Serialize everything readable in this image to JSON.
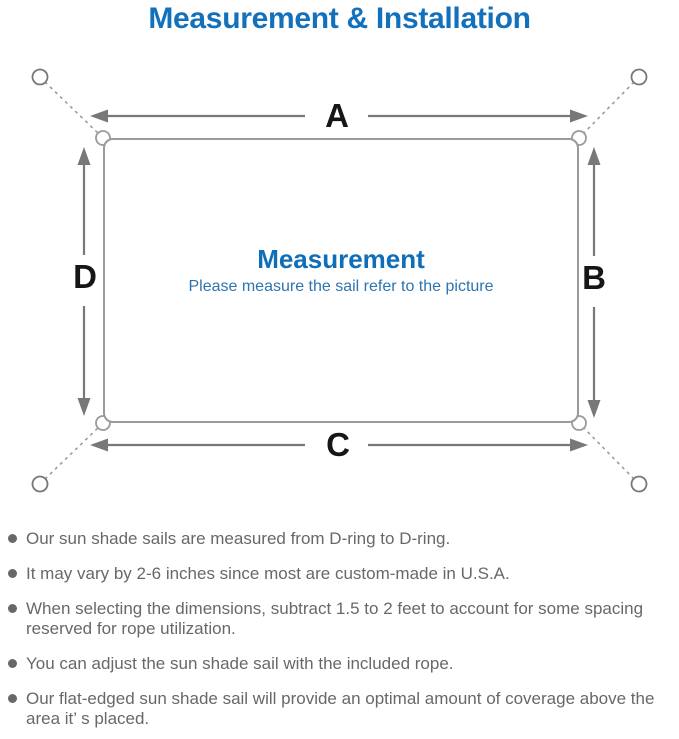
{
  "title": "Measurement & Installation",
  "diagram": {
    "labels": {
      "top": "A",
      "right": "B",
      "bottom": "C",
      "left": "D"
    },
    "heading": "Measurement",
    "subheading": "Please measure the sail refer to the picture"
  },
  "notes": {
    "items": [
      {
        "text": "Our sun shade sails are measured from D-ring to D-ring."
      },
      {
        "text": "It may vary by 2-6 inches since most are custom-made in U.S.A."
      },
      {
        "text": "When selecting the dimensions, subtract 1.5 to 2 feet to account for some spacing reserved for rope utilization."
      },
      {
        "text": "You can adjust the sun shade sail with the included rope."
      },
      {
        "text": "Our flat-edged sun shade sail will provide an optimal amount of coverage above the area it’ s placed."
      }
    ]
  },
  "icons": {
    "bullet": "filled-circle",
    "anchor_point": "open-circle",
    "corner_attachment": "d-ring"
  },
  "colors": {
    "title_blue": "#1371BC",
    "heading_blue": "#0F6EB8",
    "subheading_blue": "#2E74AE",
    "text_gray": "#686868",
    "outline_gray": "#9A9A9A",
    "arrow_gray": "#787878",
    "label_black": "#161616"
  }
}
